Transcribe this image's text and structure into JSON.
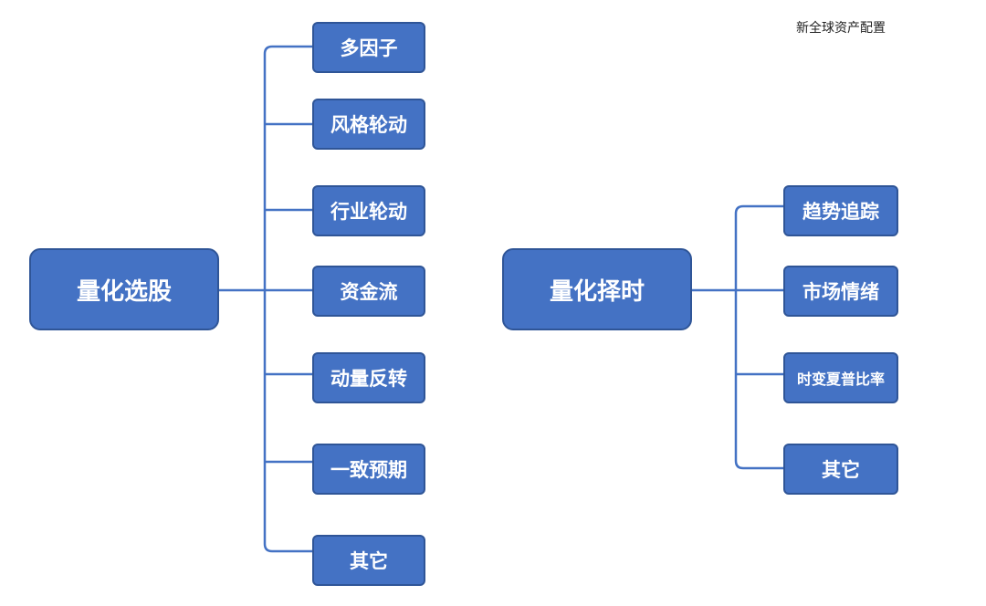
{
  "title": "新全球资产配置",
  "left_tree": {
    "root": "量化选股",
    "children": [
      "多因子",
      "风格轮动",
      "行业轮动",
      "资金流",
      "动量反转",
      "一致预期",
      "其它"
    ]
  },
  "right_tree": {
    "root": "量化择时",
    "children": [
      "趋势追踪",
      "市场情绪",
      "时变夏普比率",
      "其它"
    ]
  },
  "colors": {
    "box_fill": "#4472C4",
    "box_border": "#2F5597",
    "connector": "#4472C4",
    "text": "#FFFFFF"
  }
}
